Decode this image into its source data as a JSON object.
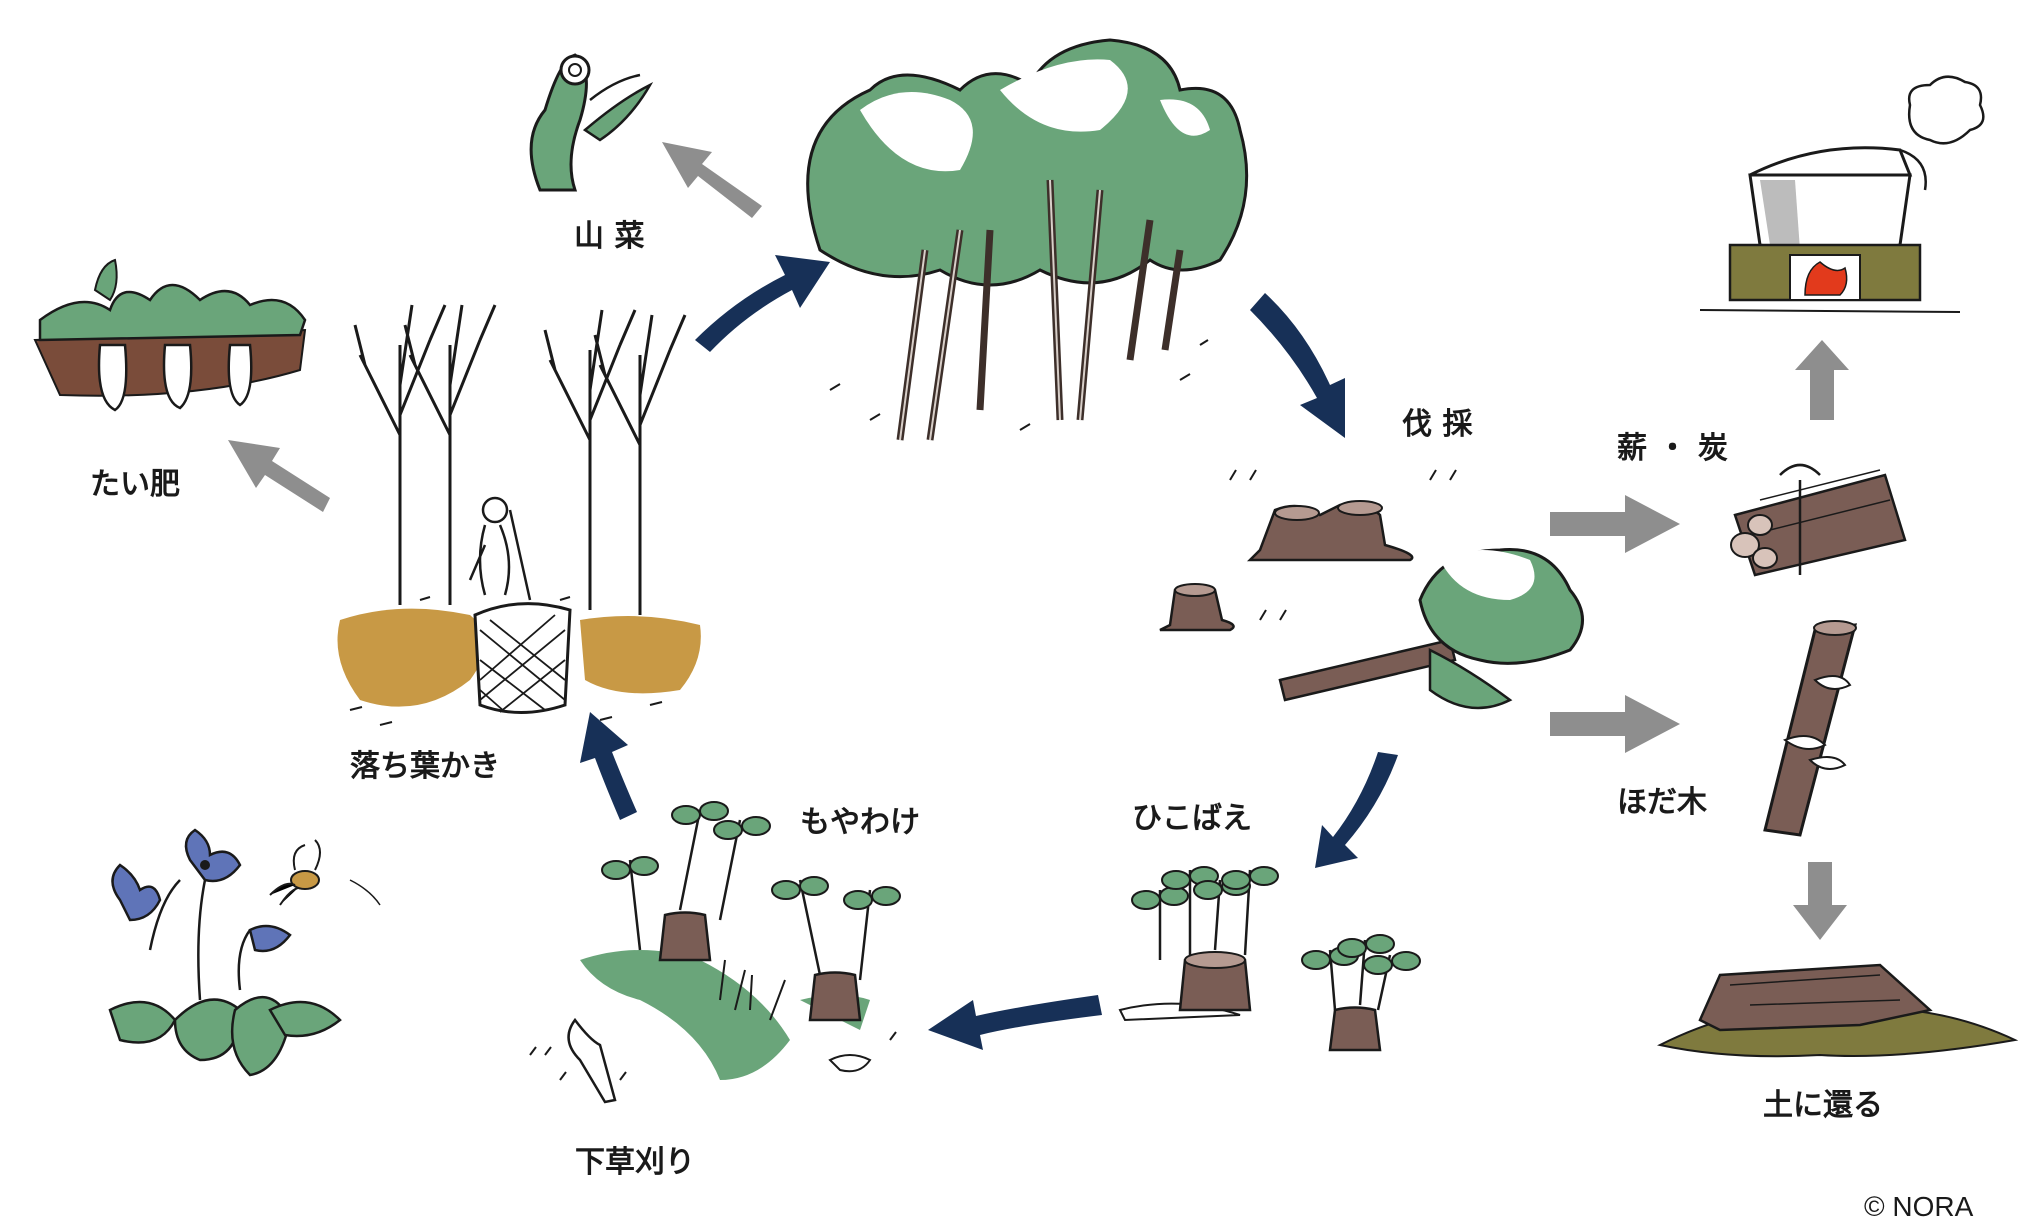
{
  "labels": {
    "sansai": "山 菜",
    "taihi": "たい肥",
    "bassai": "伐 採",
    "maki_sumi": "薪 ・ 炭",
    "hodagi": "ほだ木",
    "tsuchi": "土に還る",
    "ochiba": "落ち葉かき",
    "moyawake": "もやわけ",
    "hikobae": "ひこばえ",
    "shitakusa": "下草刈り"
  },
  "copyright": "© NORA",
  "colors": {
    "cycle_arrow": "#173057",
    "side_arrow": "#8e8e8e",
    "foliage": "#6aa57a",
    "leaf_litter": "#c89945",
    "soil": "#7a4c3a",
    "bark": "#7a5d55",
    "ink": "#1a1a1a",
    "violet": "#5f74b8",
    "fire": "#e23a1c"
  },
  "icons": [
    "mature-forest",
    "wild-vegetables",
    "radish-field",
    "leaf-raking",
    "cut-stumps",
    "firewood-bundle",
    "cooking-pot-fire",
    "mushroom-log",
    "decaying-log",
    "sprouting-stumps",
    "weeding-saplings",
    "violet-flowers",
    "bee"
  ]
}
